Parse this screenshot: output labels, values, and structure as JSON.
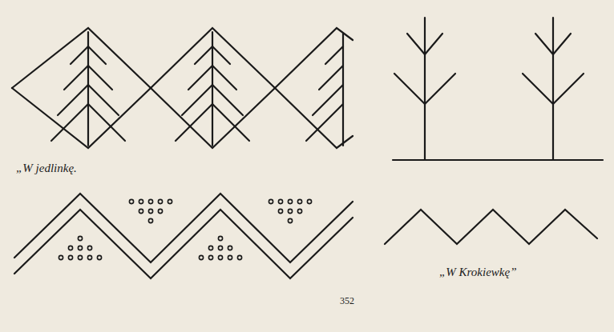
{
  "diagram": {
    "labels": [
      "„W jedlinkę.",
      "„W Krokiewkę”",
      "352"
    ]
  }
}
